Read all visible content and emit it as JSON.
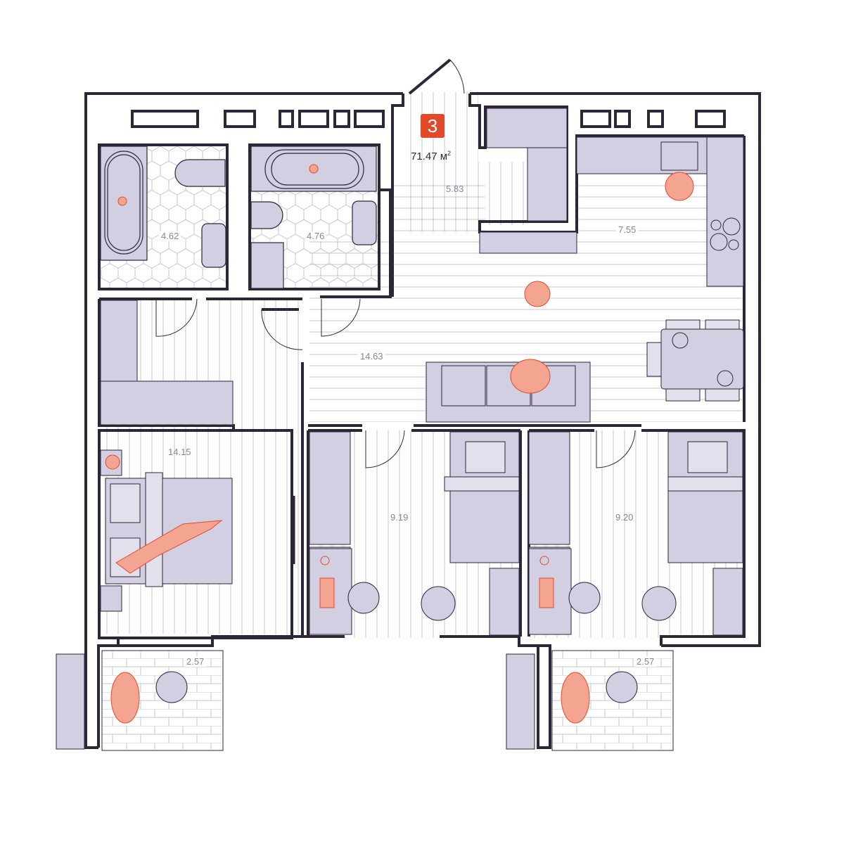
{
  "plan": {
    "apartment_number": "3",
    "total_area": "71.47 м",
    "total_area_unit_sup": "2",
    "colors": {
      "wall": "#2d2636",
      "furniture": "#d3cfe3",
      "accent": "#e2492b",
      "people": "#f4a591",
      "floor_lines": "#c9c5d2",
      "label": "#8a8498"
    }
  },
  "rooms": [
    {
      "id": "bathroom-1",
      "area": "4.62"
    },
    {
      "id": "bathroom-2",
      "area": "4.76"
    },
    {
      "id": "entrance-hall",
      "area": "5.83"
    },
    {
      "id": "kitchen",
      "area": "7.55"
    },
    {
      "id": "living-room",
      "area": "14.63"
    },
    {
      "id": "master-bedroom",
      "area": "14.15"
    },
    {
      "id": "bedroom-2",
      "area": "9.19"
    },
    {
      "id": "bedroom-3",
      "area": "9.20"
    },
    {
      "id": "balcony-1",
      "area": "2.57"
    },
    {
      "id": "balcony-2",
      "area": "2.57"
    }
  ]
}
